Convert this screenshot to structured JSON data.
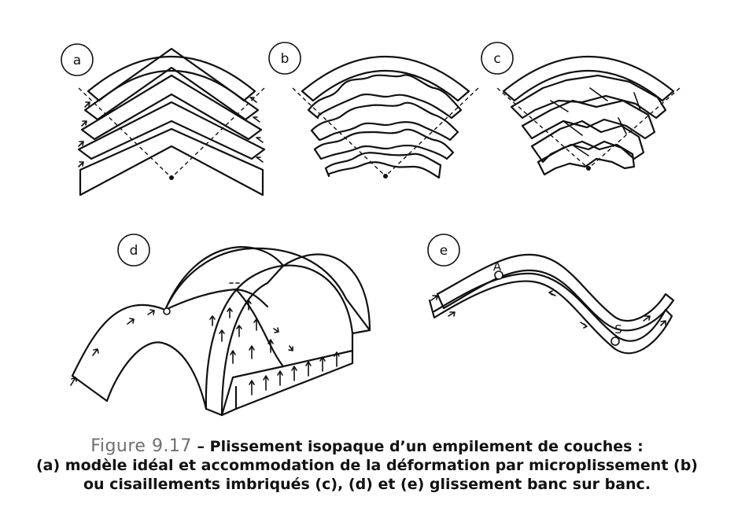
{
  "panels": {
    "a": {
      "label": "a"
    },
    "b": {
      "label": "b"
    },
    "c": {
      "label": "c"
    },
    "d": {
      "label": "d"
    },
    "e": {
      "label": "e",
      "point_A": "A",
      "point_S": "S"
    }
  },
  "caption": {
    "figure_number": "Figure 9.17",
    "separator": " – ",
    "title": "Plissement isopaque d’un empilement de couches :",
    "line2": "(a) modèle idéal et accommodation de la déformation par microplissement (b)",
    "line3": "ou cisaillements imbriqués (c), (d) et (e) glissement banc sur banc."
  }
}
